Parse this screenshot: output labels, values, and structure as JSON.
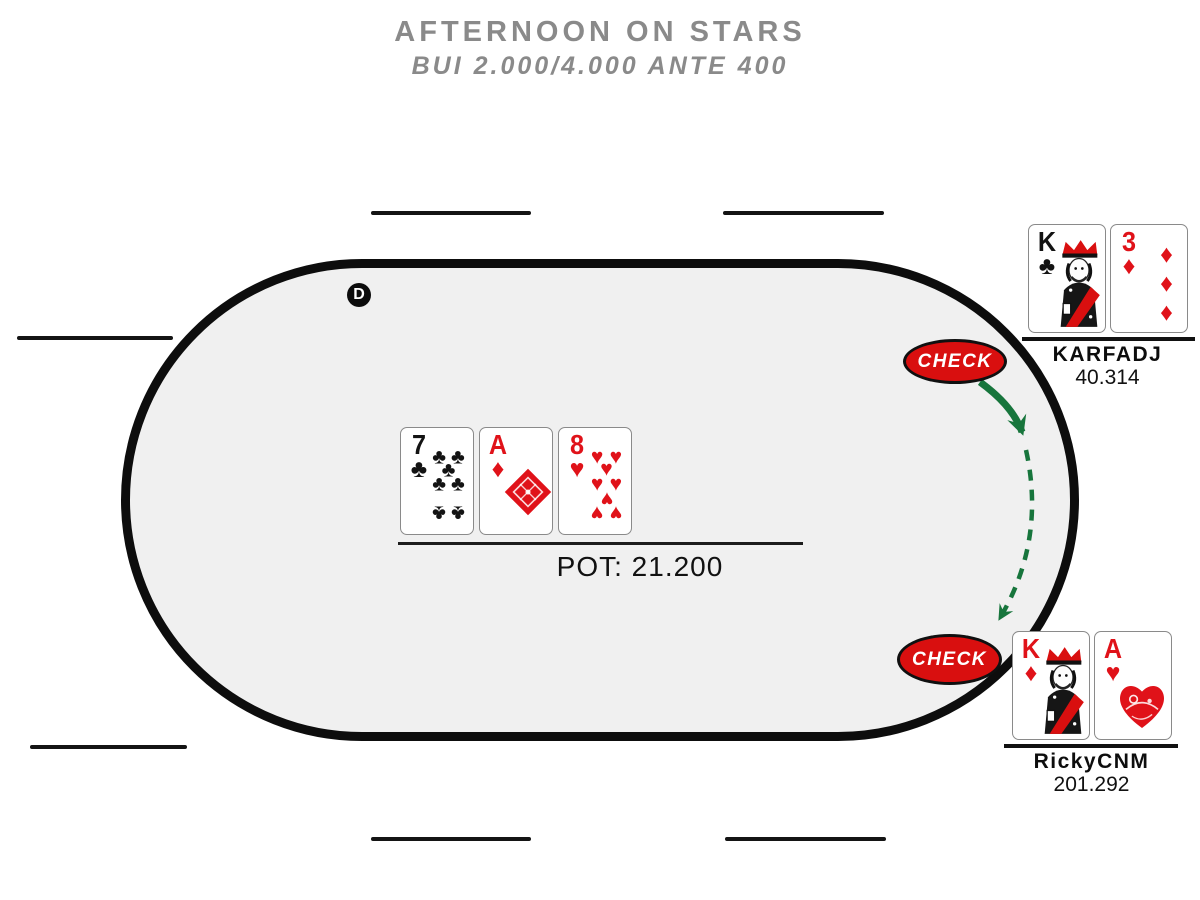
{
  "header": {
    "title": "AFTERNOON ON STARS",
    "subtitle": "BUI 2.000/4.000 ANTE 400"
  },
  "table": {
    "dealer_button_label": "D",
    "pot_label": "POT: 21.200"
  },
  "board_cards": [
    {
      "rank": "7",
      "suit": "♣"
    },
    {
      "rank": "A",
      "suit": "♦"
    },
    {
      "rank": "8",
      "suit": "♥"
    }
  ],
  "players": [
    {
      "name": "KARFADJ",
      "stack": "40.314",
      "action": "CHECK",
      "cards": [
        {
          "rank": "K",
          "suit": "♣"
        },
        {
          "rank": "3",
          "suit": "♦"
        }
      ]
    },
    {
      "name": "RickyCNM",
      "stack": "201.292",
      "action": "CHECK",
      "cards": [
        {
          "rank": "K",
          "suit": "♦"
        },
        {
          "rank": "A",
          "suit": "♥"
        }
      ]
    }
  ],
  "colors": {
    "badge_red": "#d90f0f",
    "suit_red": "#e01219",
    "arrow_green": "#17753c",
    "title_gray": "#8a8a8a",
    "table_fill": "#f0f0f0",
    "table_border": "#0d0d0d"
  }
}
